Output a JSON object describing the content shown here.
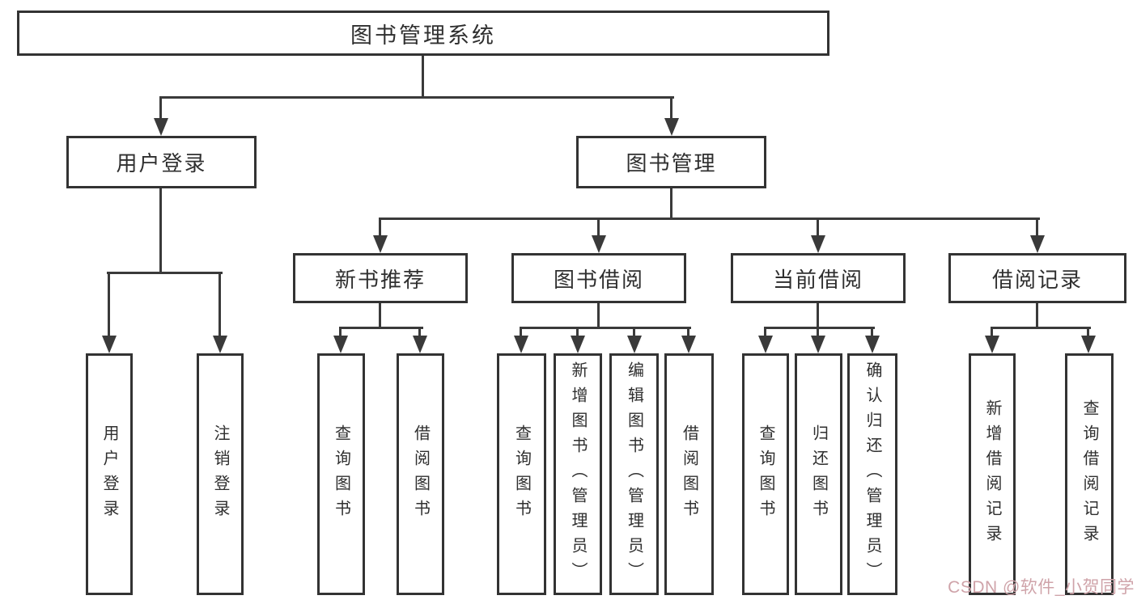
{
  "root": {
    "label": "图书管理系统"
  },
  "modules": {
    "user": {
      "label": "用户登录",
      "children": [
        "用户登录",
        "注销登录"
      ]
    },
    "book": {
      "label": "图书管理",
      "sections": [
        {
          "label": "新书推荐",
          "children": [
            "查询图书",
            "借阅图书"
          ]
        },
        {
          "label": "图书借阅",
          "children": [
            "查询图书",
            "新增图书（管理员）",
            "编辑图书（管理员）",
            "借阅图书"
          ]
        },
        {
          "label": "当前借阅",
          "children": [
            "查询图书",
            "归还图书",
            "确认归还（管理员）"
          ]
        },
        {
          "label": "借阅记录",
          "children": [
            "新增借阅记录",
            "查询借阅记录"
          ]
        }
      ]
    }
  },
  "watermark": "CSDN @软件_小贺同学",
  "colors": {
    "line": "#3a3a3a",
    "border": "#333333",
    "text": "#2f2f2f",
    "watermark": "#cfa3a9",
    "bg": "#ffffff"
  }
}
